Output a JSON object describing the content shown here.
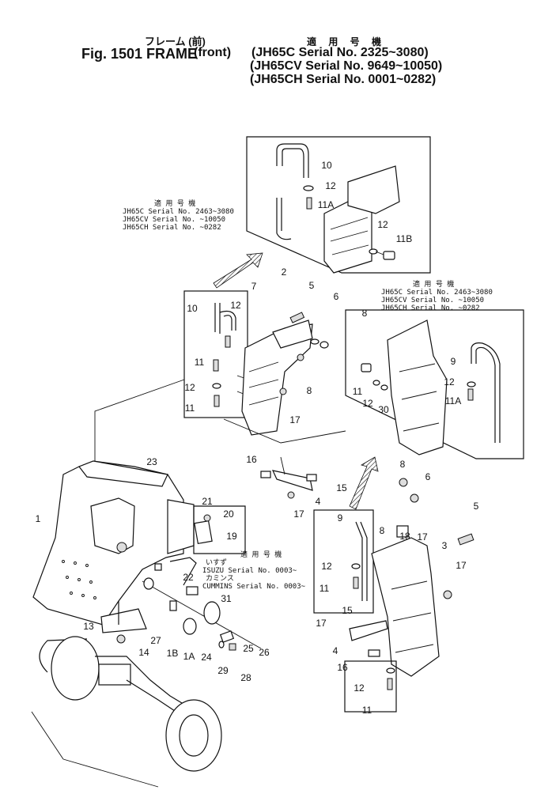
{
  "header": {
    "fig_label": "Fig. 1501 FRAME",
    "jp_title": "フレーム (前)",
    "front_label": "(front)",
    "jp_applicable": "適 用 号 機",
    "serial_lines": [
      "(JH65C   Serial No. 2325~3080)",
      "(JH65CV  Serial No. 9649~10050)",
      "(JH65CH  Serial No. 0001~0282)"
    ]
  },
  "notes": {
    "top_left": {
      "header": "適 用 号 機",
      "lines": [
        "JH65C  Serial No. 2463~3080",
        "JH65CV Serial No.    ~10050",
        "JH65CH Serial No.    ~0282"
      ]
    },
    "right": {
      "header": "適 用 号 機",
      "lines": [
        "JH65C  Serial No. 2463~3080",
        "JH65CV Serial No.    ~10050",
        "JH65CH Serial No.    ~0282"
      ]
    },
    "engine": {
      "header": "適 用 号 機",
      "lines": [
        "いすず",
        "ISUZU      Serial No. 0003~",
        "カミンス",
        "CUMMINS  Serial No. 0003~"
      ]
    }
  },
  "callouts": [
    {
      "id": "c-10-top",
      "label": "10"
    },
    {
      "id": "c-12-top",
      "label": "12"
    },
    {
      "id": "c-11a-top",
      "label": "11A"
    },
    {
      "id": "c-12-top2",
      "label": "12"
    },
    {
      "id": "c-11b",
      "label": "11B"
    },
    {
      "id": "c-7",
      "label": "7"
    },
    {
      "id": "c-2",
      "label": "2"
    },
    {
      "id": "c-5-top",
      "label": "5"
    },
    {
      "id": "c-6-top",
      "label": "6"
    },
    {
      "id": "c-8-top",
      "label": "8"
    },
    {
      "id": "c-8-mid",
      "label": "8"
    },
    {
      "id": "c-17-mid",
      "label": "17"
    },
    {
      "id": "c-10-left",
      "label": "10"
    },
    {
      "id": "c-12-left",
      "label": "12"
    },
    {
      "id": "c-11-left",
      "label": "11"
    },
    {
      "id": "c-12-left2",
      "label": "12"
    },
    {
      "id": "c-11-left2",
      "label": "11"
    },
    {
      "id": "c-9-right",
      "label": "9"
    },
    {
      "id": "c-12-right",
      "label": "12"
    },
    {
      "id": "c-11a-right",
      "label": "11A"
    },
    {
      "id": "c-11-right",
      "label": "11"
    },
    {
      "id": "c-12-right2",
      "label": "12"
    },
    {
      "id": "c-30",
      "label": "30"
    },
    {
      "id": "c-1",
      "label": "1"
    },
    {
      "id": "c-23",
      "label": "23"
    },
    {
      "id": "c-16-mid",
      "label": "16"
    },
    {
      "id": "c-15-mid",
      "label": "15"
    },
    {
      "id": "c-4-mid",
      "label": "4"
    },
    {
      "id": "c-17-mid2",
      "label": "17"
    },
    {
      "id": "c-21",
      "label": "21"
    },
    {
      "id": "c-20",
      "label": "20"
    },
    {
      "id": "c-19",
      "label": "19"
    },
    {
      "id": "c-22",
      "label": "22"
    },
    {
      "id": "c-31",
      "label": "31"
    },
    {
      "id": "c-13",
      "label": "13"
    },
    {
      "id": "c-14",
      "label": "14"
    },
    {
      "id": "c-27",
      "label": "27"
    },
    {
      "id": "c-1b",
      "label": "1B"
    },
    {
      "id": "c-1a",
      "label": "1A"
    },
    {
      "id": "c-24",
      "label": "24"
    },
    {
      "id": "c-25",
      "label": "25"
    },
    {
      "id": "c-26",
      "label": "26"
    },
    {
      "id": "c-29",
      "label": "29"
    },
    {
      "id": "c-28",
      "label": "28"
    },
    {
      "id": "c-8-low",
      "label": "8"
    },
    {
      "id": "c-6-low",
      "label": "6"
    },
    {
      "id": "c-5-low",
      "label": "5"
    },
    {
      "id": "c-9-low",
      "label": "9"
    },
    {
      "id": "c-8-low2",
      "label": "8"
    },
    {
      "id": "c-18",
      "label": "18"
    },
    {
      "id": "c-17-low",
      "label": "17"
    },
    {
      "id": "c-3",
      "label": "3"
    },
    {
      "id": "c-17-low2",
      "label": "17"
    },
    {
      "id": "c-12-low",
      "label": "12"
    },
    {
      "id": "c-11-low",
      "label": "11"
    },
    {
      "id": "c-15-low",
      "label": "15"
    },
    {
      "id": "c-17-low3",
      "label": "17"
    },
    {
      "id": "c-4-low",
      "label": "4"
    },
    {
      "id": "c-16-low",
      "label": "16"
    },
    {
      "id": "c-12-low2",
      "label": "12"
    },
    {
      "id": "c-11-low2",
      "label": "11"
    }
  ]
}
